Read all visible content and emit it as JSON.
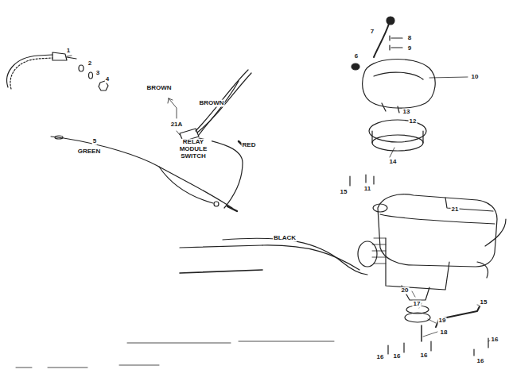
{
  "diagram": {
    "labels": [
      "1",
      "2",
      "3",
      "4",
      "5",
      "GREEN",
      "BROWN",
      "BROWN",
      "21A",
      "RELAY MODULE SWITCH",
      "RED",
      "BLACK",
      "6",
      "7",
      "8",
      "9",
      "10",
      "13",
      "12",
      "14",
      "15",
      "11",
      "21",
      "15",
      "20",
      "17",
      "19",
      "18",
      "16",
      "16",
      "16",
      "16",
      "16"
    ]
  }
}
